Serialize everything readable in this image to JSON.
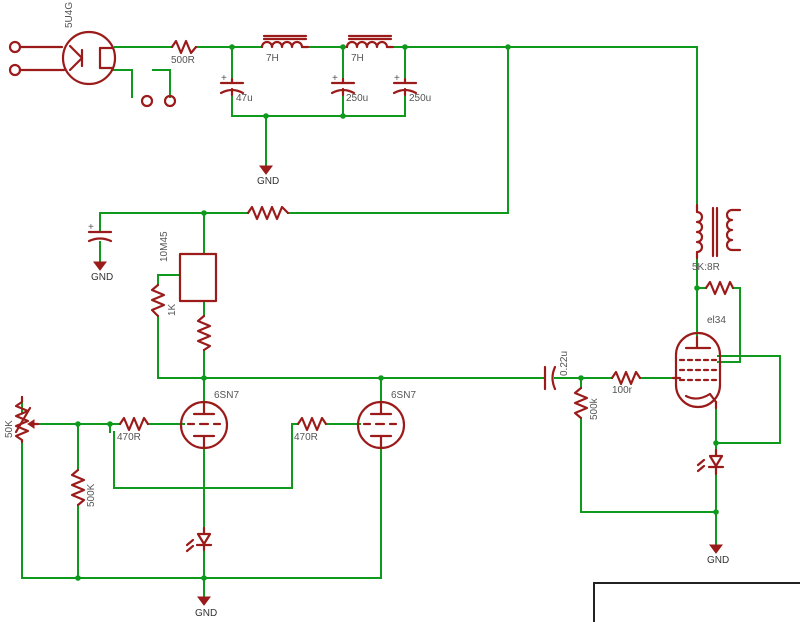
{
  "labels": {
    "rectifier": "5U4G",
    "r_500r": "500R",
    "choke1": "7H",
    "choke2": "7H",
    "cap_47u": "47u",
    "cap_250u_a": "250u",
    "cap_250u_b": "250u",
    "gnd_psu": "GND",
    "gnd_left": "GND",
    "gnd_bottom": "GND",
    "gnd_right": "GND",
    "relay": "10M45",
    "r_1k": "1K",
    "pot_50k": "50K",
    "r_500k_left": "500K",
    "r_470r_a": "470R",
    "r_470r_b": "470R",
    "tube_6sn7_a": "6SN7",
    "tube_6sn7_b": "6SN7",
    "cap_022u": "0.22u",
    "r_500k_right": "500k",
    "r_100r": "100r",
    "tube_el34": "el34",
    "transformer": "5K:8R"
  },
  "colors": {
    "wire": "#0f9a1d",
    "part": "#9b1b1b",
    "label": "#555555"
  }
}
